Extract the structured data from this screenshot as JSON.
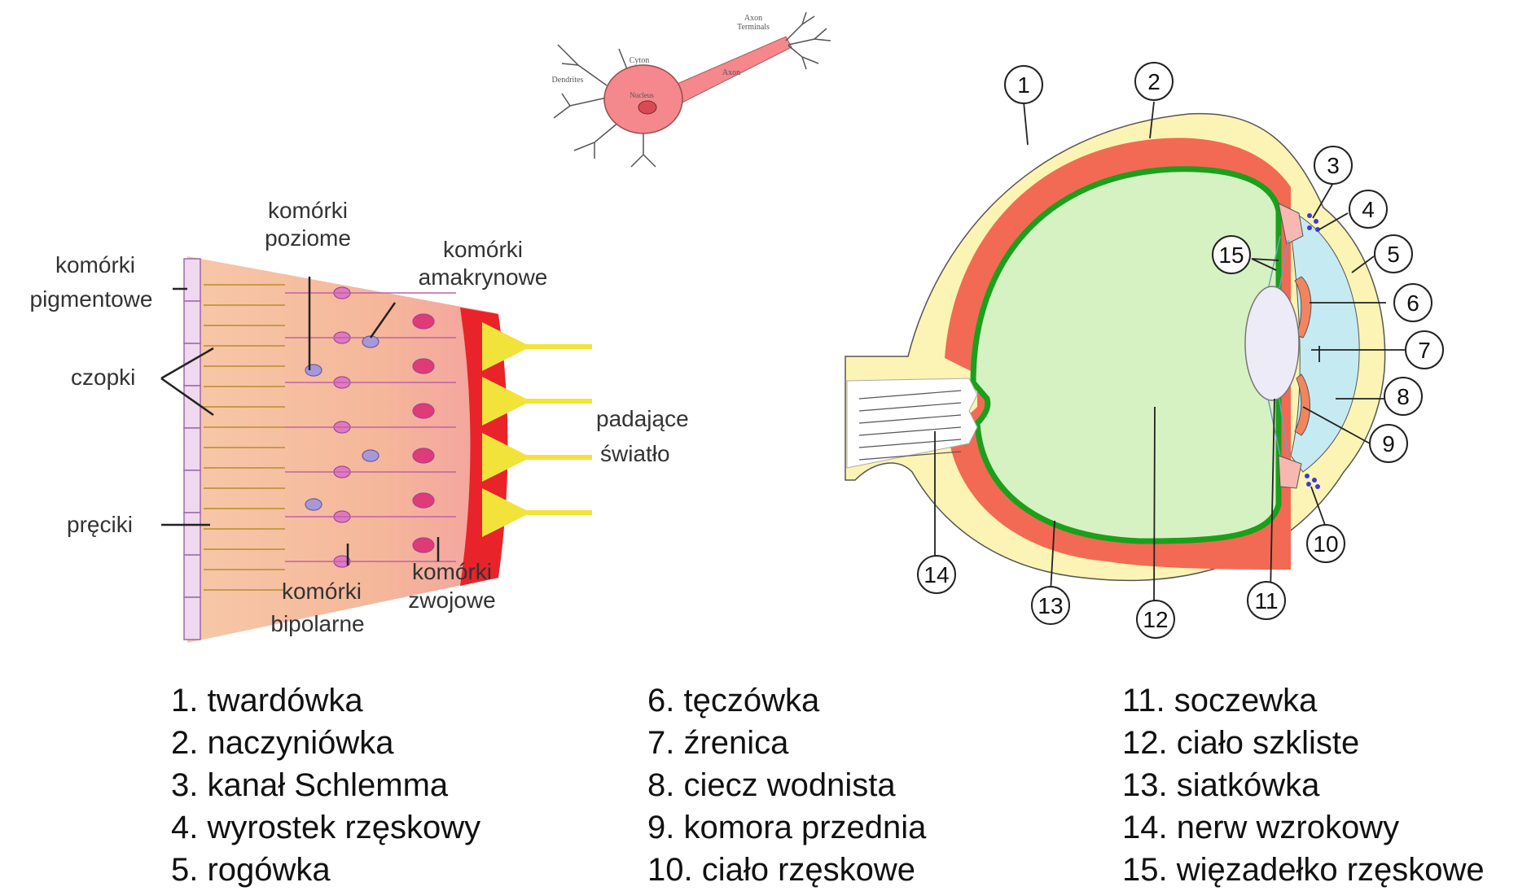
{
  "neuron": {
    "axon_terminals_line1": "Axon",
    "axon_terminals_line2": "Terminals",
    "cyton": "Cyton",
    "dendrites": "Dendrites",
    "axon": "Axon",
    "nucleus": "Nucleus"
  },
  "retina": {
    "horizontal_line1": "komórki",
    "horizontal_line2": "poziome",
    "amacrine_line1": "komórki",
    "amacrine_line2": "amakrynowe",
    "pigment_line1": "komórki",
    "pigment_line2": "pigmentowe",
    "cones": "czopki",
    "rods": "pręciki",
    "light_line1": "padające",
    "light_line2": "światło",
    "bipolar_line1": "komórki",
    "bipolar_line2": "bipolarne",
    "ganglion_line1": "komórki",
    "ganglion_line2": "zwojowe"
  },
  "eye": {
    "numbers": [
      "1",
      "2",
      "3",
      "4",
      "5",
      "6",
      "7",
      "8",
      "9",
      "10",
      "11",
      "12",
      "13",
      "14",
      "15"
    ]
  },
  "legend": {
    "col1": [
      "1. twardówka",
      "2. naczyniówka",
      "3. kanał Schlemma",
      "4. wyrostek rzęskowy",
      "5. rogówka"
    ],
    "col2": [
      "6. tęczówka",
      "7. źrenica",
      "8. ciecz wodnista",
      "9. komora przednia",
      "10. ciało rzęskowe"
    ],
    "col3": [
      "11. soczewka",
      "12. ciało szkliste",
      "13. siatkówka",
      "14. nerw wzrokowy",
      "15. więzadełko rzęskowe"
    ]
  },
  "colors": {
    "sclera": "#fbf4b4",
    "choroid": "#f26a54",
    "retina": "#1aa01a",
    "vitreous": "#d6f2c2",
    "aqueous": "#c6eaf2",
    "iris": "#f2855e",
    "lens": "#ecebf7",
    "neuron_body": "#f4888d",
    "light_arrow": "#f2e33a"
  }
}
